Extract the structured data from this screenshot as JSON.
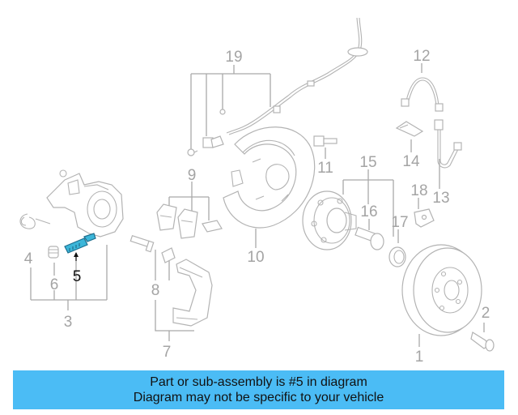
{
  "callouts": {
    "n1": "1",
    "n2": "2",
    "n3": "3",
    "n4": "4",
    "n5": "5",
    "n6": "6",
    "n7": "7",
    "n8": "8",
    "n9": "9",
    "n10": "10",
    "n11": "11",
    "n12": "12",
    "n13": "13",
    "n14": "14",
    "n15": "15",
    "n16": "16",
    "n17": "17",
    "n18": "18",
    "n19": "19"
  },
  "highlighted_part": "5",
  "colors": {
    "highlight_part": "#3cb6d9",
    "banner": "#4bbcf5",
    "linework": "#a9a9a9"
  },
  "banner": {
    "line1": "Part or sub-assembly is #5 in diagram",
    "line2": "Diagram may not be specific to your vehicle"
  }
}
